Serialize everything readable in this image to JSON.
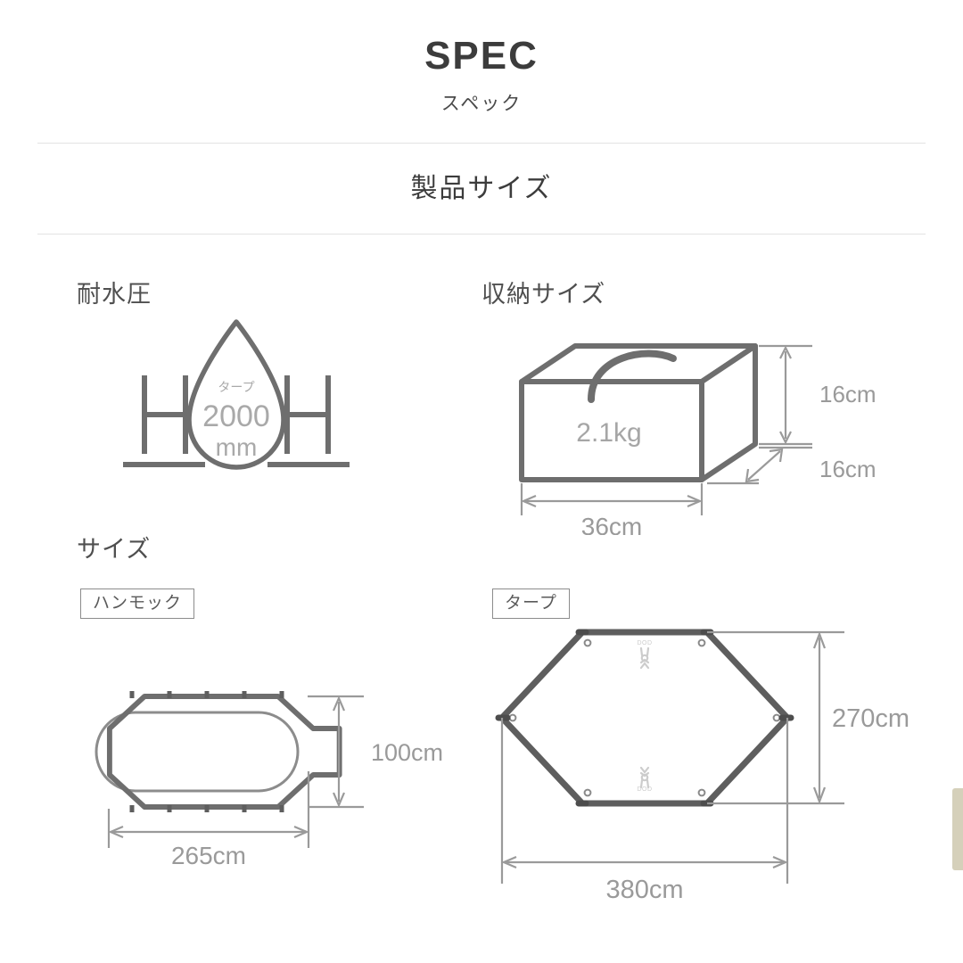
{
  "header": {
    "title": "SPEC",
    "subtitle": "スペック",
    "section_title": "製品サイズ"
  },
  "blocks": {
    "water_resistance": {
      "heading": "耐水圧",
      "icon": "water-drop-h2o-icon",
      "drop_label": "タープ",
      "drop_value": "2000",
      "drop_unit": "mm",
      "left_letter": "H",
      "right_letter": "H"
    },
    "storage": {
      "heading": "収納サイズ",
      "icon": "carry-bag-icon",
      "weight": "2.1kg",
      "dim_height": "16cm",
      "dim_depth": "16cm",
      "dim_width": "36cm"
    },
    "size": {
      "heading": "サイズ",
      "hammock": {
        "tag": "ハンモック",
        "icon": "hammock-outline-icon",
        "dim_height": "100cm",
        "dim_width": "265cm"
      },
      "tarp": {
        "tag": "タープ",
        "icon": "hexagonal-tarp-icon",
        "brand_mark": "dod-rabbit-logo",
        "dim_height": "270cm",
        "dim_width": "380cm"
      }
    }
  },
  "colors": {
    "text_dark": "#3c3c3c",
    "text_body": "#4a4a4a",
    "line_gray": "#6e6e6e",
    "dim_gray": "#9a9a9a",
    "divider": "#e3e3e3",
    "edge_strip": "#d5d0ba",
    "background": "#ffffff"
  }
}
